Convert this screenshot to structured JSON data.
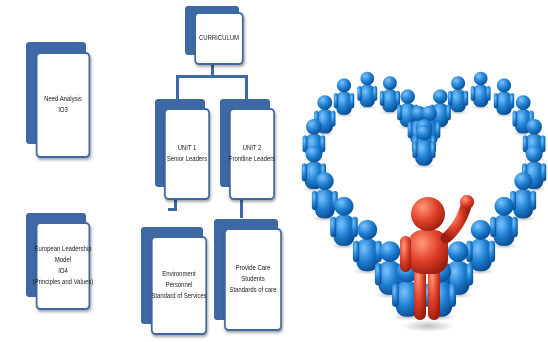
{
  "left_column": {
    "needs_analysis": {
      "line1": "Need Analysis",
      "line2": "IO3"
    },
    "leadership_model": {
      "line1": "European Leadership",
      "line2": "Model",
      "line3": "IO4",
      "line4": "(Principles and Values)"
    }
  },
  "tree": {
    "root": {
      "label": "CURRICULUM"
    },
    "unit1": {
      "line1": "UNIT 1",
      "line2": "Senior Leaders"
    },
    "unit2": {
      "line1": "UNIT 2",
      "line2": "Frontline Leaders"
    },
    "unit1_child": {
      "line1": "Environment",
      "line2": "Personnel",
      "line3": "Standard of Services"
    },
    "unit2_child": {
      "line1": "Provide Care",
      "line2": "Students",
      "line3": "Standards of care"
    }
  },
  "illustration": {
    "description_icon": "people-heart-with-leader-icon",
    "colors": {
      "people": "#1d7fd1",
      "leader": "#e0402a"
    }
  },
  "colors": {
    "accent": "#3f69a4"
  }
}
